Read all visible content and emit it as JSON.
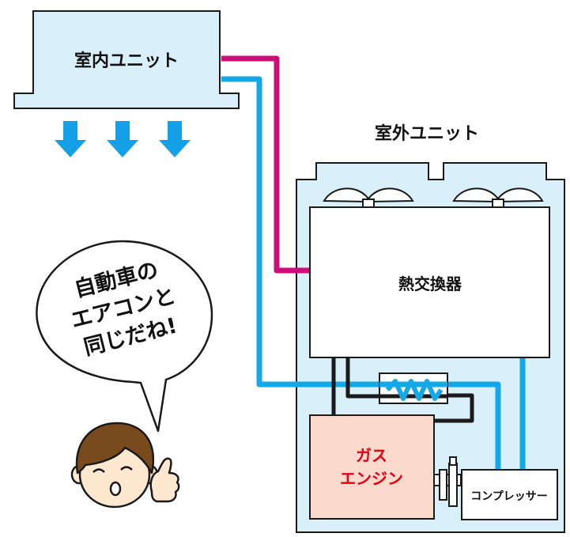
{
  "indoor_unit": {
    "label": "室内ユニット"
  },
  "outdoor_unit": {
    "title": "室外ユニット"
  },
  "heat_exchanger": {
    "label": "熱交換器"
  },
  "gas_engine": {
    "line1": "ガス",
    "line2": "エンジン"
  },
  "compressor": {
    "label": "コンプレッサー"
  },
  "speech_bubble": {
    "line1": "自動車の",
    "line2": "エアコンと",
    "line3": "同じだね!"
  },
  "colors": {
    "outline": "#1a1a1a",
    "indoor_fill": "#d9f0fa",
    "outdoor_fill": "#d9f0fa",
    "pipe_magenta": "#cc0d7a",
    "pipe_cyan": "#14a8e6",
    "arrow_blue": "#14a0e6",
    "engine_fill": "#fbd9cc",
    "engine_text": "#e60012",
    "skin": "#ffe8cf",
    "hair": "#7a4a1f"
  }
}
